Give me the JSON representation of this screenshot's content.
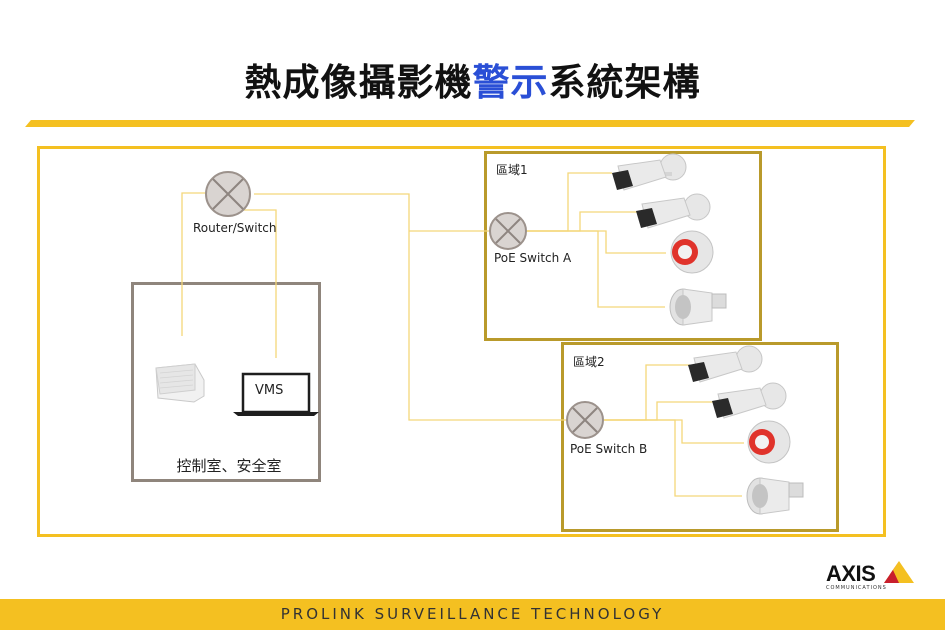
{
  "title": {
    "before": "熱成像攝影機",
    "highlight": "警示",
    "after": "系統架構"
  },
  "core_switch": {
    "label": "Router/Switch"
  },
  "control_room": {
    "label": "控制室、安全室",
    "vms_label": "VMS"
  },
  "zones": [
    {
      "label": "區域1",
      "switch_label": "PoE Switch A"
    },
    {
      "label": "區域2",
      "switch_label": "PoE Switch B"
    }
  ],
  "footer": {
    "text": "PROLINK SURVEILLANCE TECHNOLOGY"
  },
  "logo": {
    "text": "AXIS",
    "subtext": "COMMUNICATIONS"
  },
  "colors": {
    "accent": "#f4c021",
    "highlight": "#2a4fd6",
    "zone_border": "#b99a2b",
    "wire": "#f4d77a"
  }
}
